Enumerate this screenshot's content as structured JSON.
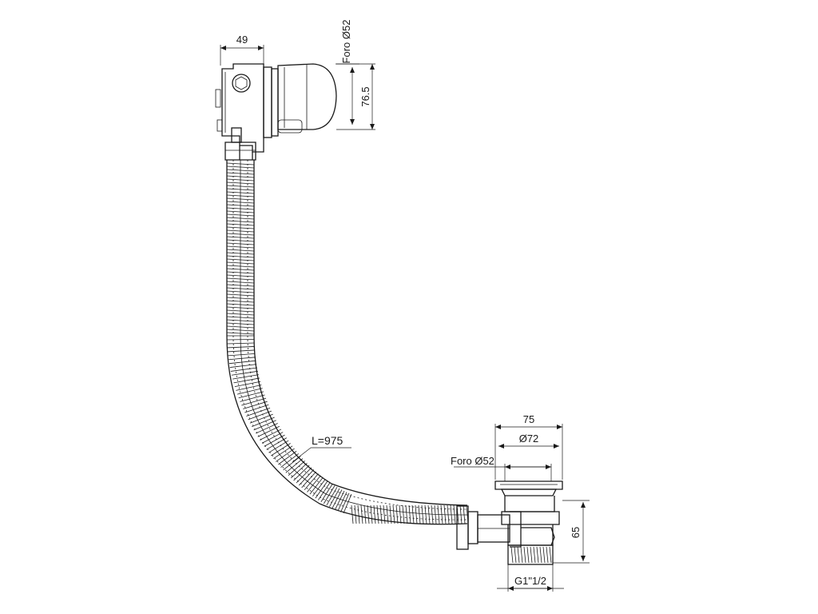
{
  "labels": {
    "overflow_width": "49",
    "overflow_hole": "Foro  Ø52",
    "overflow_height": "76.5",
    "hose_length": "L=975",
    "drain_width": "75",
    "drain_diameter": "Ø72",
    "drain_hole": "Foro  Ø52",
    "drain_height": "65",
    "thread": "G1\"1/2"
  },
  "colors": {
    "line": "#1a1a1a",
    "background": "#ffffff"
  }
}
